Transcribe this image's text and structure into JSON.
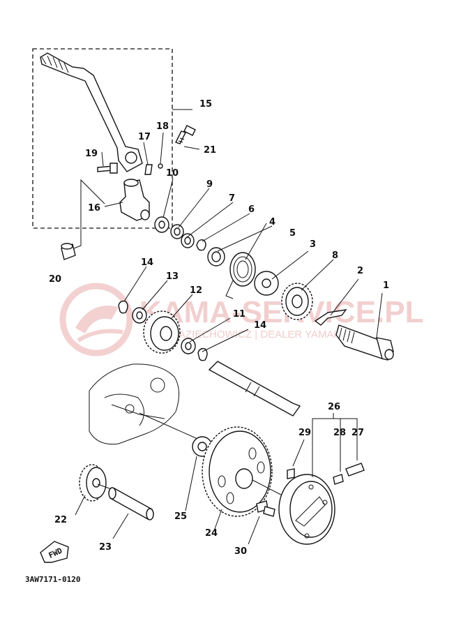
{
  "watermark": {
    "title": "KAMA-SERVICE.PL",
    "subtitle": "KAZIECHOWICZ | DEALER YAMAHA"
  },
  "diagram_code": "3AW7171-0120",
  "fwd_label": "FWD",
  "parts": [
    {
      "id": "p1",
      "label": "1"
    },
    {
      "id": "p2",
      "label": "2"
    },
    {
      "id": "p3",
      "label": "3"
    },
    {
      "id": "p4",
      "label": "4"
    },
    {
      "id": "p5",
      "label": "5"
    },
    {
      "id": "p6",
      "label": "6"
    },
    {
      "id": "p7",
      "label": "7"
    },
    {
      "id": "p8",
      "label": "8"
    },
    {
      "id": "p9",
      "label": "9"
    },
    {
      "id": "p10",
      "label": "10"
    },
    {
      "id": "p11",
      "label": "11"
    },
    {
      "id": "p12",
      "label": "12"
    },
    {
      "id": "p13",
      "label": "13"
    },
    {
      "id": "p14a",
      "label": "14"
    },
    {
      "id": "p14b",
      "label": "14"
    },
    {
      "id": "p15",
      "label": "15"
    },
    {
      "id": "p16",
      "label": "16"
    },
    {
      "id": "p17",
      "label": "17"
    },
    {
      "id": "p18",
      "label": "18"
    },
    {
      "id": "p19",
      "label": "19"
    },
    {
      "id": "p20",
      "label": "20"
    },
    {
      "id": "p21",
      "label": "21"
    },
    {
      "id": "p22",
      "label": "22"
    },
    {
      "id": "p23",
      "label": "23"
    },
    {
      "id": "p24",
      "label": "24"
    },
    {
      "id": "p25",
      "label": "25"
    },
    {
      "id": "p26",
      "label": "26"
    },
    {
      "id": "p27",
      "label": "27"
    },
    {
      "id": "p28",
      "label": "28"
    },
    {
      "id": "p29",
      "label": "29"
    },
    {
      "id": "p30",
      "label": "30"
    }
  ]
}
